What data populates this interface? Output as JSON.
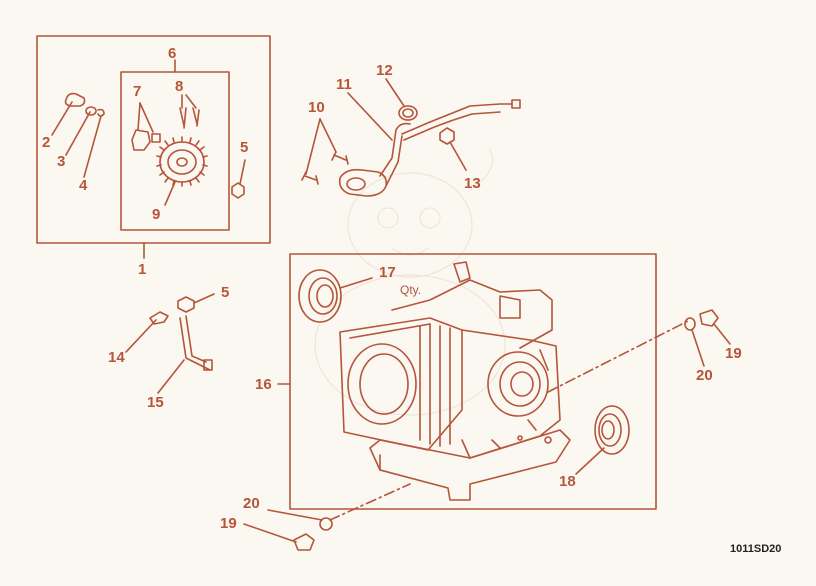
{
  "diagram": {
    "figure_code": "1011SD20",
    "note": "Qty.",
    "callouts": {
      "c1": "1",
      "c2": "2",
      "c3": "3",
      "c4": "4",
      "c5a": "5",
      "c5b": "5",
      "c6": "6",
      "c7": "7",
      "c8": "8",
      "c9": "9",
      "c10": "10",
      "c11": "11",
      "c12": "12",
      "c13": "13",
      "c14": "14",
      "c15": "15",
      "c16": "16",
      "c17": "17",
      "c18": "18",
      "c19a": "19",
      "c19b": "19",
      "c20a": "20",
      "c20b": "20"
    }
  },
  "colors": {
    "line": "#b5553a",
    "text": "#b5553a",
    "background": "#fbf7f1",
    "code": "#222222"
  }
}
